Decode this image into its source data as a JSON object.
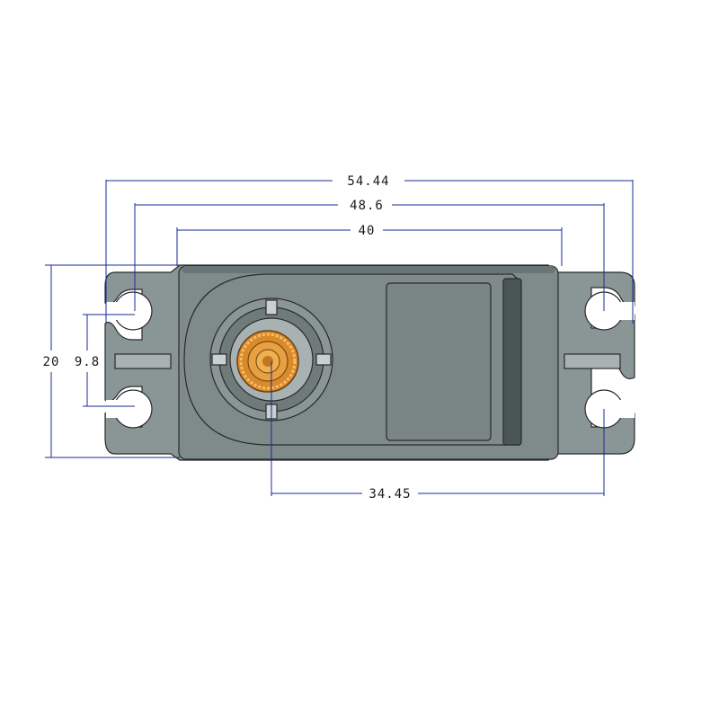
{
  "colors": {
    "body": "#7f8a8a",
    "body_dark": "#5f6a6a",
    "tab": "#8a9595",
    "label_panel": "#7a8585",
    "gear_brass": "#e8a040",
    "dimension_line": "#1a2a9a",
    "dimension_text": "#1a1a1a",
    "background": "#ffffff"
  },
  "dimensions": {
    "overall_tab_width": "54.44",
    "mounting_hole_spacing": "48.6",
    "body_width": "40",
    "body_height": "20",
    "hole_vertical_spacing": "9.8",
    "shaft_to_hole_offset": "34.45"
  }
}
